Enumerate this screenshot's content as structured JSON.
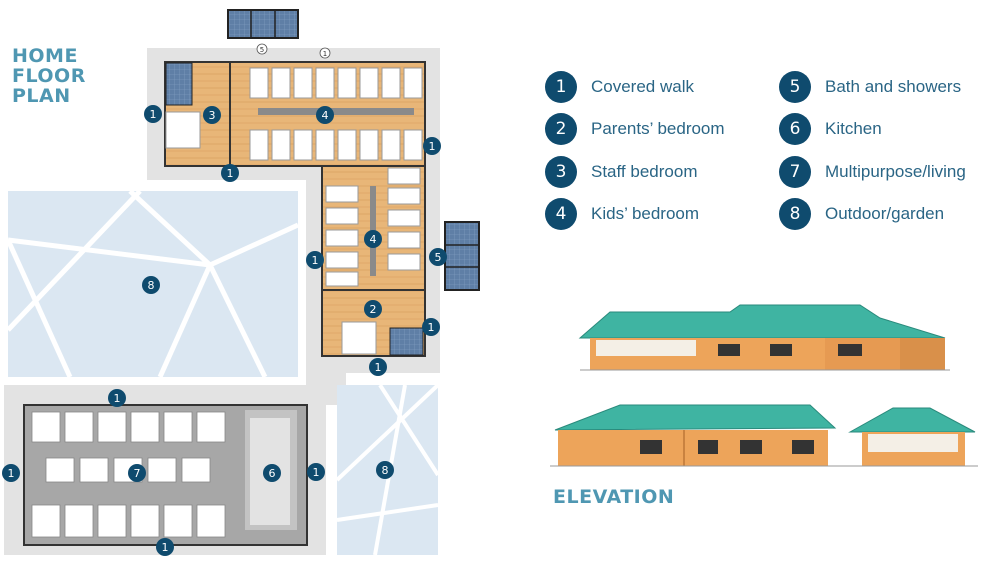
{
  "title_lines": [
    "HOME",
    "FLOOR",
    "PLAN"
  ],
  "elevation_title": "ELEVATION",
  "legend": [
    {
      "number": "1",
      "label": "Covered walk"
    },
    {
      "number": "2",
      "label": "Parents’ bedroom"
    },
    {
      "number": "3",
      "label": "Staff bedroom"
    },
    {
      "number": "4",
      "label": "Kids’ bedroom"
    },
    {
      "number": "5",
      "label": "Bath and showers"
    },
    {
      "number": "6",
      "label": "Kitchen"
    },
    {
      "number": "7",
      "label": "Multipurpose/living"
    },
    {
      "number": "8",
      "label": "Outdoor/garden"
    }
  ],
  "plan_markers": {
    "m1": "1",
    "m2": "2",
    "m3": "3",
    "m4": "4",
    "m5": "5",
    "m6": "6",
    "m7": "7",
    "m8": "8",
    "small_5": "5",
    "small_1": "1"
  },
  "colors": {
    "marker": "#0f4b6e",
    "walk": "#e3e3e3",
    "floor": "#e8b678",
    "garden": "#dbe7f2",
    "roof": "#3fb4a2",
    "wall": "#eda45a",
    "title": "#4f97b2"
  }
}
